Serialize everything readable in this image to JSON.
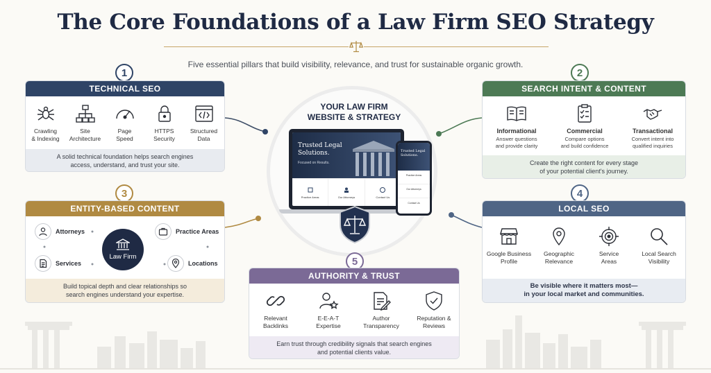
{
  "title": "The Core Foundations of a Law Firm SEO Strategy",
  "subtitle": "Five essential pillars that build visibility, relevance, and trust for sustainable organic growth.",
  "center": {
    "title_line1": "YOUR LAW FIRM",
    "title_line2": "WEBSITE & STRATEGY",
    "laptop_hero_1": "Trusted Legal",
    "laptop_hero_2": "Solutions.",
    "laptop_hero_sub": "Focused on Results.",
    "laptop_nav": [
      "Practice Areas",
      "Our Attorneys",
      "Contact Us"
    ],
    "phone_hero_1": "Trusted Legal",
    "phone_hero_2": "Solutions.",
    "phone_nav": [
      "Practice Areas",
      "Our Attorneys",
      "Contact Us"
    ]
  },
  "colors": {
    "technical": "#2f4466",
    "intent": "#4d7a55",
    "entity": "#b08a42",
    "local": "#4f6585",
    "authority": "#7b6a96"
  },
  "technical": {
    "number": "1",
    "header": "TECHNICAL SEO",
    "items": [
      {
        "icon": "spider-icon",
        "l1": "Crawling",
        "l2": "& Indexing"
      },
      {
        "icon": "sitemap-icon",
        "l1": "Site",
        "l2": "Architecture"
      },
      {
        "icon": "speedometer-icon",
        "l1": "Page",
        "l2": "Speed"
      },
      {
        "icon": "lock-icon",
        "l1": "HTTPS",
        "l2": "Security"
      },
      {
        "icon": "code-icon",
        "l1": "Structured",
        "l2": "Data"
      }
    ],
    "foot1": "A solid technical foundation helps search engines",
    "foot2": "access, understand, and trust your site."
  },
  "intent": {
    "number": "2",
    "header": "SEARCH INTENT & CONTENT",
    "items": [
      {
        "icon": "book-icon",
        "title": "Informational",
        "l1": "Answer questions",
        "l2": "and provide clarity"
      },
      {
        "icon": "checklist-icon",
        "title": "Commercial",
        "l1": "Compare options",
        "l2": "and build confidence"
      },
      {
        "icon": "handshake-icon",
        "title": "Transactional",
        "l1": "Convert intent into",
        "l2": "qualified inquiries"
      }
    ],
    "foot1": "Create the right content for every stage",
    "foot2": "of your potential client's journey."
  },
  "entity": {
    "number": "3",
    "header": "ENTITY-BASED CONTENT",
    "hub": "Law Firm",
    "nodes": [
      {
        "icon": "person-icon",
        "label": "Attorneys"
      },
      {
        "icon": "briefcase-icon",
        "label": "Practice Areas"
      },
      {
        "icon": "document-icon",
        "label": "Services"
      },
      {
        "icon": "location-pin-icon",
        "label": "Locations"
      }
    ],
    "foot1": "Build topical depth and clear relationships so",
    "foot2": "search engines understand your expertise."
  },
  "local": {
    "number": "4",
    "header": "LOCAL SEO",
    "items": [
      {
        "icon": "storefront-icon",
        "l1": "Google Business",
        "l2": "Profile"
      },
      {
        "icon": "map-pin-icon",
        "l1": "Geographic",
        "l2": "Relevance"
      },
      {
        "icon": "target-icon",
        "l1": "Service",
        "l2": "Areas"
      },
      {
        "icon": "magnifier-icon",
        "l1": "Local Search",
        "l2": "Visibility"
      }
    ],
    "foot1": "Be visible where it matters most—",
    "foot2": "in your local market and communities."
  },
  "authority": {
    "number": "5",
    "header": "AUTHORITY & TRUST",
    "items": [
      {
        "icon": "link-icon",
        "l1": "Relevant",
        "l2": "Backlinks"
      },
      {
        "icon": "expert-icon",
        "l1": "E-E-A-T",
        "l2": "Expertise"
      },
      {
        "icon": "author-document-icon",
        "l1": "Author",
        "l2": "Transparency"
      },
      {
        "icon": "shield-check-icon",
        "l1": "Reputation &",
        "l2": "Reviews"
      }
    ],
    "foot1": "Earn trust through credibility signals that search engines",
    "foot2": "and potential clients value."
  }
}
